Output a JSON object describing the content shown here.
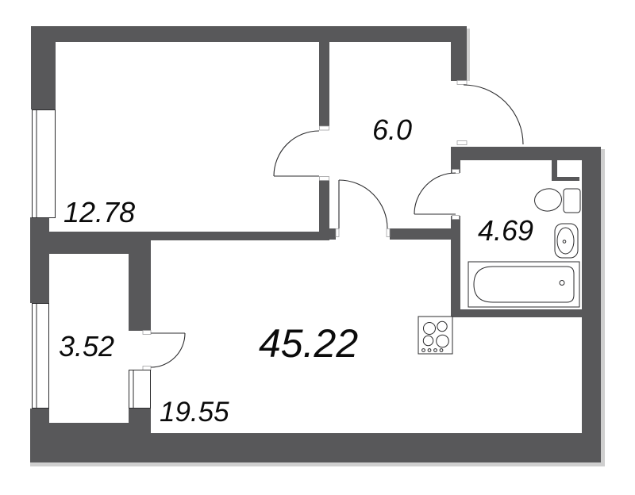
{
  "rooms": [
    {
      "id": "room-bedroom",
      "area": "12.78"
    },
    {
      "id": "room-hallway",
      "area": "6.0"
    },
    {
      "id": "room-bathroom",
      "area": "4.69"
    },
    {
      "id": "room-balcony",
      "area": "3.52"
    },
    {
      "id": "room-kitchen-living",
      "area": "45.22"
    },
    {
      "id": "room-living-zone",
      "area": "19.55"
    }
  ],
  "fixtures": [
    "toilet",
    "sink",
    "bathtub",
    "stove"
  ],
  "colors": {
    "wall": "#58585a",
    "outline": "#2b2b2d",
    "background": "#ffffff",
    "shadow": "#cfcfcf",
    "label": "#0b0b0b",
    "tick_edge": "#9a9a9c"
  }
}
